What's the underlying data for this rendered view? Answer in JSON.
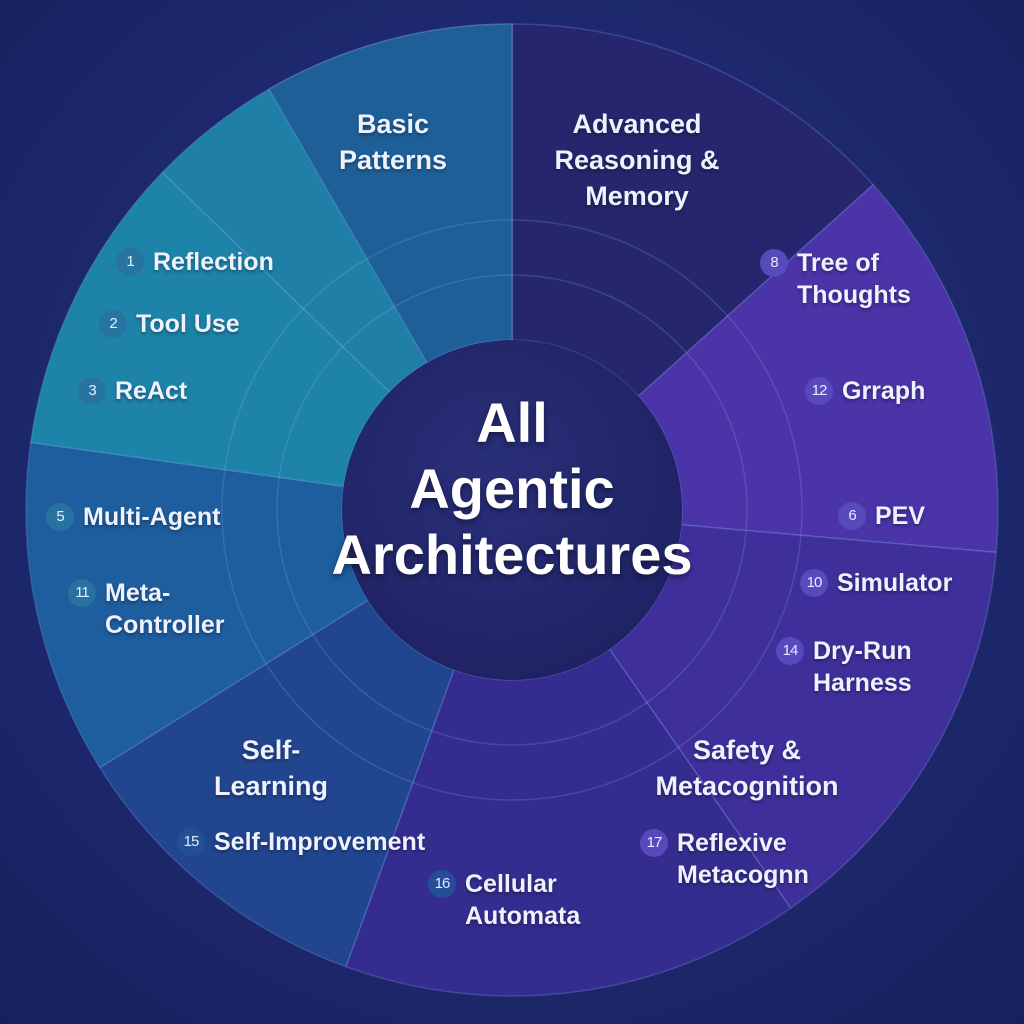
{
  "center_title": [
    "All",
    "Agentic",
    "Architectures"
  ],
  "colors": {
    "background": "#1b2466",
    "basic": "#1e5f98",
    "basic_lower": "#1f7fa6",
    "multi": "#1d83a8",
    "self_learning": "#1e5d9e",
    "cellular": "#22458f",
    "safety": "#342d8f",
    "advanced": "#26266e",
    "tree": "#4b33a8",
    "pev": "#3f2f9a",
    "hub": "#232767"
  },
  "groups": {
    "basic": {
      "title": [
        "Basic",
        "Patterns"
      ],
      "items": [
        {
          "num": "1",
          "label": [
            "Reflection"
          ]
        },
        {
          "num": "2",
          "label": [
            "Tool Use"
          ]
        },
        {
          "num": "3",
          "label": [
            "ReAct"
          ]
        }
      ]
    },
    "multi": {
      "items": [
        {
          "num": "5",
          "label": [
            "Multi-Agent"
          ]
        },
        {
          "num": "11",
          "label": [
            "Meta-",
            "Controller"
          ]
        }
      ]
    },
    "self_learning": {
      "title": [
        "Self-",
        "Learning"
      ],
      "items": [
        {
          "num": "15",
          "label": [
            "Self-Improvement"
          ]
        }
      ]
    },
    "cellular": {
      "items": [
        {
          "num": "16",
          "label": [
            "Cellular",
            "Automata"
          ]
        }
      ]
    },
    "safety": {
      "title": [
        "Safety &",
        "Metacognition"
      ],
      "items": [
        {
          "num": "17",
          "label": [
            "Reflexive",
            "Metacognn"
          ]
        }
      ]
    },
    "advanced": {
      "title": [
        "Advanced",
        "Reasoning &",
        "Memory"
      ]
    },
    "tree": {
      "items": [
        {
          "num": "8",
          "label": [
            "Tree of",
            "Thoughts"
          ]
        },
        {
          "num": "12",
          "label": [
            "Grraph"
          ]
        }
      ]
    },
    "pev": {
      "items": [
        {
          "num": "6",
          "label": [
            "PEV"
          ]
        },
        {
          "num": "10",
          "label": [
            "Simulator"
          ]
        },
        {
          "num": "14",
          "label": [
            "Dry-Run",
            "Harness"
          ]
        }
      ]
    }
  }
}
